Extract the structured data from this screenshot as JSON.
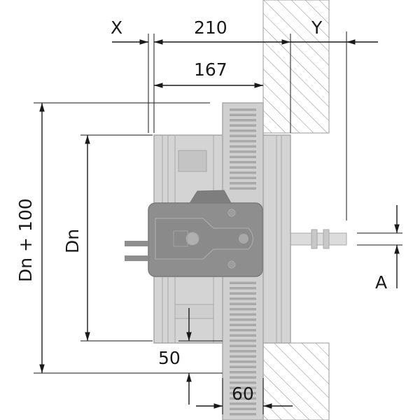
{
  "diagram": {
    "labels": {
      "x": "X",
      "width_210": "210",
      "y": "Y",
      "width_167": "167",
      "dn_plus_100": "Dn + 100",
      "dn": "Dn",
      "a": "A",
      "dim_50": "50",
      "dim_60": "60"
    },
    "colors": {
      "line": "#1a1a1a",
      "body": "#d4d4d4",
      "body_stroke": "#a8a8a8",
      "actuator": "#8e8e8e",
      "hatch": "#9a9a9a"
    }
  }
}
